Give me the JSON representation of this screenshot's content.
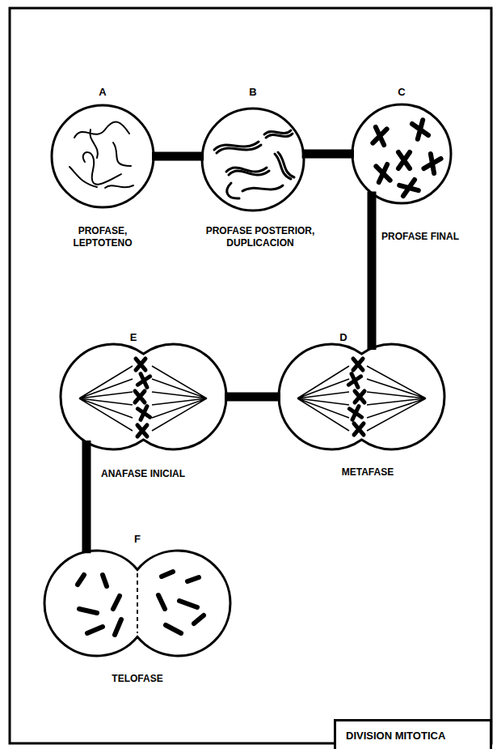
{
  "diagram": {
    "title": "DIVISION MITOTICA",
    "nodes": [
      {
        "text": [
          "A",
          "PROFASE, LEPTOTENO"
        ]
      },
      {
        "text": [
          "B",
          "PROFASE POSTERIOR, DUPLICACION"
        ]
      },
      {
        "text": [
          "C",
          "PROFASE FINAL"
        ]
      },
      {
        "text": [
          "D",
          "METAFASE"
        ]
      },
      {
        "text": [
          "E",
          "ANAFASE INICIAL"
        ]
      },
      {
        "text": [
          "F",
          "TELOFASE"
        ]
      }
    ],
    "edges": [
      {
        "from": 0,
        "to": 1,
        "arrow": "none"
      },
      {
        "from": 1,
        "to": 2,
        "arrow": "none"
      },
      {
        "from": 2,
        "to": 3,
        "arrow": "none"
      },
      {
        "from": 3,
        "to": 4,
        "arrow": "none"
      },
      {
        "from": 4,
        "to": 5,
        "arrow": "none"
      }
    ]
  }
}
